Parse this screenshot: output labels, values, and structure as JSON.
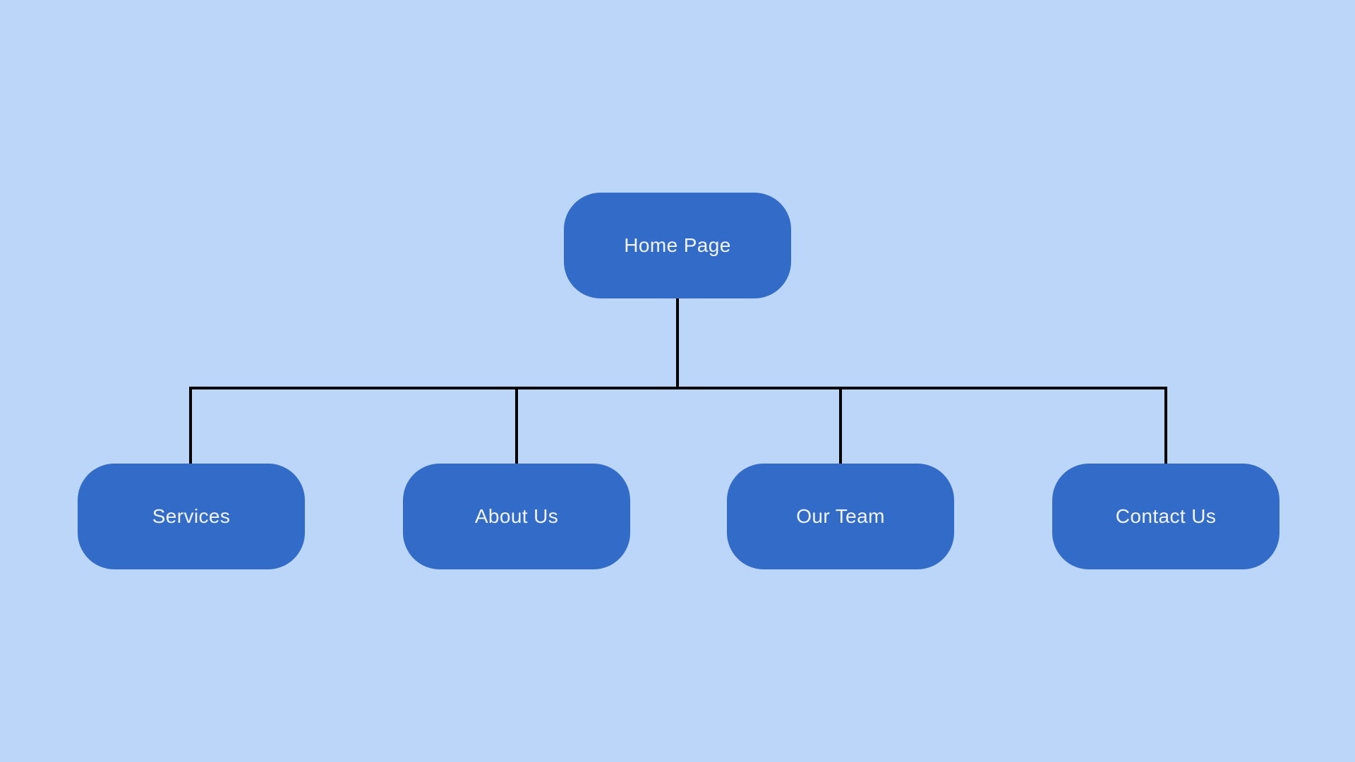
{
  "sitemap": {
    "root": {
      "label": "Home Page"
    },
    "children": [
      {
        "label": "Services"
      },
      {
        "label": "About Us"
      },
      {
        "label": "Our Team"
      },
      {
        "label": "Contact Us"
      }
    ]
  },
  "colors": {
    "background": "#bcd6fa",
    "node-fill": "#336cc8",
    "node-text": "#f2f4f7",
    "connector": "#000000"
  }
}
